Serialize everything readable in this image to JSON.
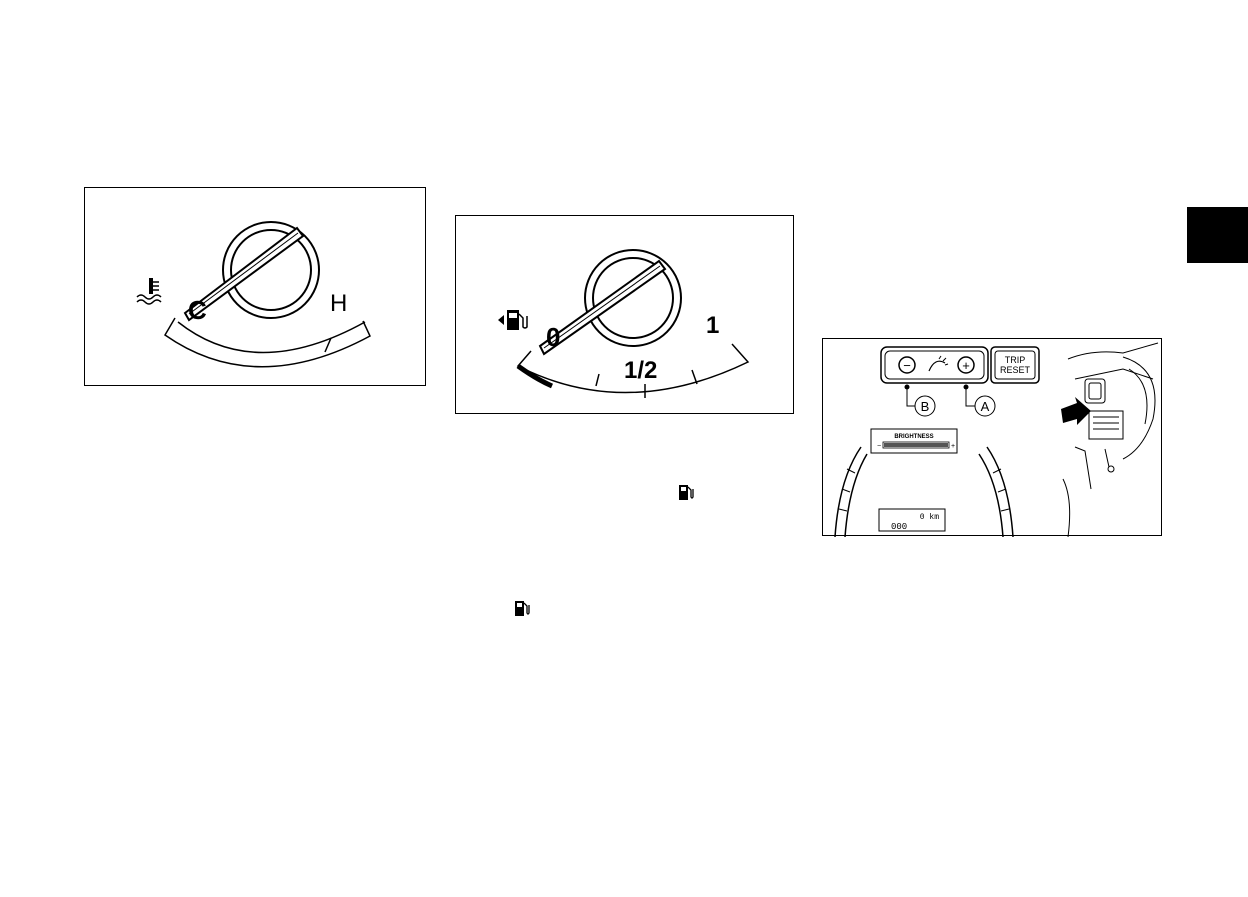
{
  "temperature_gauge": {
    "low_label": "C",
    "high_label": "H",
    "icon": "coolant-temperature-icon"
  },
  "fuel_gauge": {
    "empty_label": "0",
    "half_label": "1/2",
    "full_label": "1",
    "icon": "fuel-pump-icon"
  },
  "brightness_control": {
    "minus_label": "−",
    "plus_label": "+",
    "trip_reset_line1": "TRIP",
    "trip_reset_line2": "RESET",
    "callout_b": "B",
    "callout_a": "A",
    "display_heading": "BRIGHTNESS",
    "display_minus": "−",
    "display_plus": "+",
    "odometer_line1": "0 km",
    "odometer_line2": "000",
    "icon": "illumination-icon"
  },
  "inline_icons": [
    "fuel-pump-icon",
    "fuel-pump-icon"
  ],
  "section_tab_color": "#000000"
}
